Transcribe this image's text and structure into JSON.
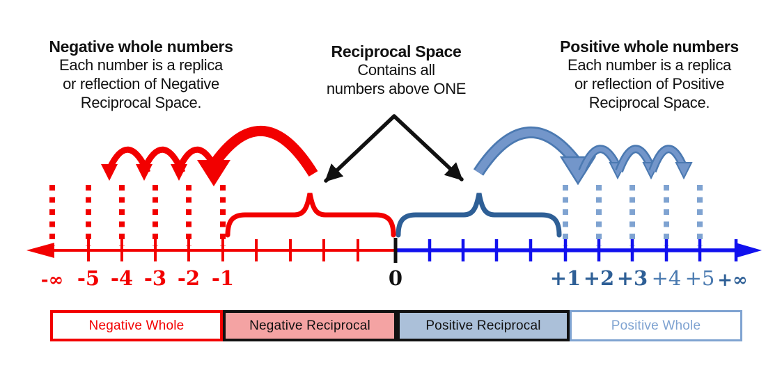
{
  "annotations": {
    "left": {
      "title": "Negative whole numbers",
      "lines": [
        "Each number is a replica",
        "or reflection of Negative",
        "Reciprocal Space."
      ]
    },
    "center": {
      "title": "Reciprocal Space",
      "lines": [
        "Contains all",
        "numbers above ONE"
      ]
    },
    "right": {
      "title": "Positive whole numbers",
      "lines": [
        "Each number is a replica",
        "or reflection of Positive",
        "Reciprocal Space."
      ]
    }
  },
  "number_line": {
    "labels": [
      {
        "text": "-∞"
      },
      {
        "text": "-5"
      },
      {
        "text": "-4"
      },
      {
        "text": "-3"
      },
      {
        "text": "-2"
      },
      {
        "text": "-1"
      },
      {
        "text": "0"
      },
      {
        "text": "+1"
      },
      {
        "text": "+2"
      },
      {
        "text": "+3"
      },
      {
        "text": "+4"
      },
      {
        "text": "+5"
      },
      {
        "text": "+∞"
      }
    ]
  },
  "legend": {
    "segments": [
      {
        "label": "Negative Whole"
      },
      {
        "label": "Negative Reciprocal"
      },
      {
        "label": "Positive Reciprocal"
      },
      {
        "label": "Positive Whole"
      }
    ]
  },
  "colors": {
    "red": "#f20000",
    "blue_axis": "#1111ee",
    "steel_dark": "#2e5f96",
    "steel_mid_fill": "#7396ca",
    "steel_outline": "#4b79b1",
    "steel_light": "#7fa3d1",
    "legend_salmon": "#f4a3a3",
    "legend_bluegray": "#abc0d9",
    "black": "#111111"
  }
}
